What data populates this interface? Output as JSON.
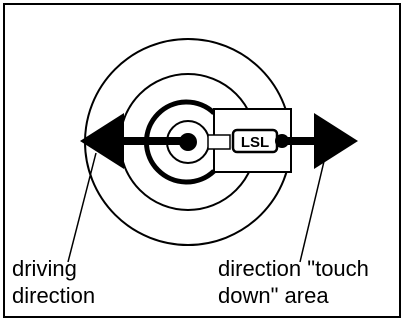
{
  "colors": {
    "stroke": "#000000",
    "fill": "#ffffff",
    "accent": "#000000"
  },
  "logo_text": "LSL",
  "labels": {
    "left": {
      "line1": "driving",
      "line2": "direction"
    },
    "right": {
      "line1": "direction \"touch",
      "line2": "down\" area"
    }
  }
}
